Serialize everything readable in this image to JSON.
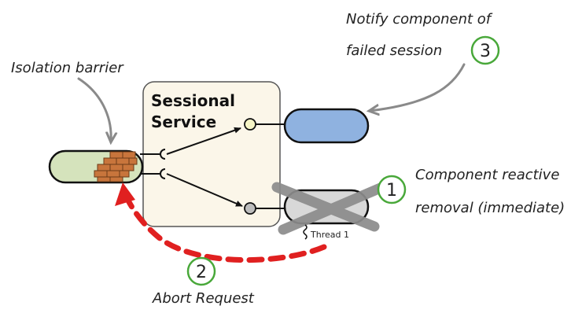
{
  "labels": {
    "isolation_barrier": "Isolation barrier",
    "service_line1": "Sessional",
    "service_line2": "Service",
    "notify_line1": "Notify component of",
    "notify_line2": "failed session",
    "reactive_line1": "Component reactive",
    "reactive_line2": "removal (immediate)",
    "abort": "Abort Request",
    "thread": "Thread 1"
  },
  "steps": {
    "one": "1",
    "two": "2",
    "three": "3"
  },
  "colors": {
    "left_component": "#d5e3bc",
    "service_box": "#fbf6e9",
    "blue_component": "#8fb2e0",
    "removed_component": "#d8d8d8",
    "cross": "#8c8c8c",
    "abort_arrow": "#e02020",
    "step_circle_border": "#49a83a",
    "brick": "#c8753c",
    "port": "#f6f5c6"
  }
}
